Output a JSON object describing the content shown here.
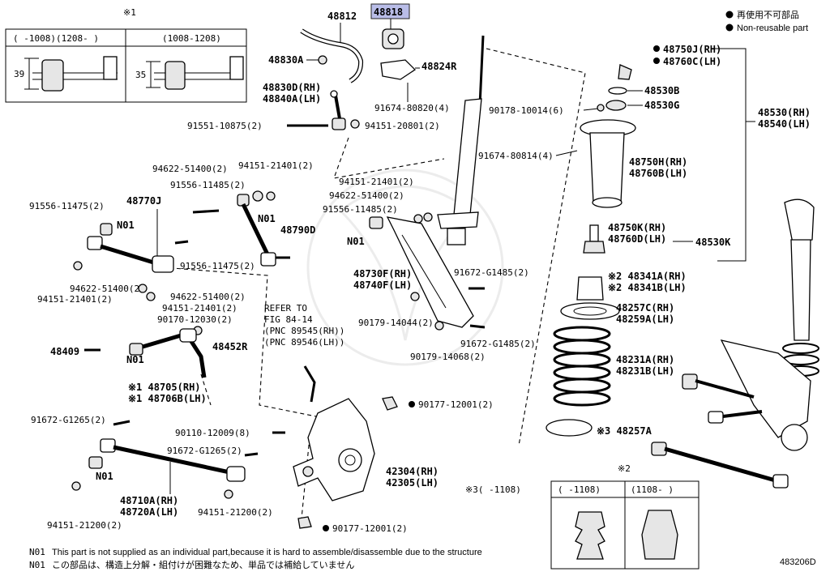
{
  "diagram_id": "483206D",
  "legend": {
    "jp": "再使用不可部品",
    "en": "Non-reusable part"
  },
  "notes": {
    "n01_en": "This part is not supplied as an individual part,because it is hard to assemble/disassemble due to the structure",
    "n01_jp": "この部品は、構造上分解・組付けが困難なため、単品では補給していません",
    "n01_tag": "N01"
  },
  "inset1": {
    "mark": "※1",
    "left_header": "(    -1008)(1208-    )",
    "right_header": "(1008-1208)",
    "left_dim": "39",
    "right_dim": "35"
  },
  "inset2": {
    "mark": "※2",
    "left_header": "(    -1108)",
    "right_header": "(1108-    )"
  },
  "note3": "※3(    -1108)",
  "refer": [
    "REFER TO",
    "FIG 84-14",
    "(PNC 89545(RH))",
    "(PNC 89546(LH))"
  ],
  "labels": {
    "p48812": "48812",
    "p48818": "48818",
    "p48830A": "48830A",
    "p48824R": "48824R",
    "p48830D": "48830D(RH)",
    "p48840A": "48840A(LH)",
    "p91674_80820": "91674-80820(4)",
    "p91551": "91551-10875(2)",
    "p94151_20801": "94151-20801(2)",
    "p48750J": "48750J(RH)",
    "p48760C": "48760C(LH)",
    "p48530B": "48530B",
    "p48530G": "48530G",
    "p90178": "90178-10014(6)",
    "p48530RH": "48530(RH)",
    "p48540LH": "48540(LH)",
    "p91674_80814": "91674-80814(4)",
    "p48750H": "48750H(RH)",
    "p48760B": "48760B(LH)",
    "p48750K": "48750K(RH)",
    "p48760D": "48760D(LH)",
    "p48530K": "48530K",
    "p94622a": "94622-51400(2)",
    "p94151a": "94151-21401(2)",
    "p91556a": "91556-11485(2)",
    "p91556b": "91556-11475(2)",
    "p48770J": "48770J",
    "n01a": "N01",
    "n01b": "N01",
    "p48790D": "48790D",
    "p94151b": "94151-21401(2)",
    "p94622b": "94622-51400(2)",
    "p91556c": "91556-11485(2)",
    "n01c": "N01",
    "p91556d": "91556-11475(2)",
    "p48730F": "48730F(RH)",
    "p48740F": "48740F(LH)",
    "p91672a": "91672-G1485(2)",
    "p48341A": "※2 48341A(RH)",
    "p48341B": "※2 48341B(LH)",
    "p94622c": "94622-51400(2)",
    "p94151c": "94151-21401(2)",
    "p94622d": "94622-51400(2)",
    "p94151d": "94151-21401(2)",
    "p48257C": "48257C(RH)",
    "p48259A": "48259A(LH)",
    "p90170": "90170-12030(2)",
    "p90179a": "90179-14044(2)",
    "p91672b": "91672-G1485(2)",
    "p48409": "48409",
    "n01d": "N01",
    "p48452R": "48452R",
    "p90179b": "90179-14068(2)",
    "p48231A": "48231A(RH)",
    "p48231B": "48231B(LH)",
    "p48705": "※1 48705(RH)",
    "p48706B": "※1 48706B(LH)",
    "p90177a": "90177-12001(2)",
    "p91672c": "91672-G1265(2)",
    "p90110": "90110-12009(8)",
    "p48257A": "※3 48257A",
    "p91672d": "91672-G1265(2)",
    "n01e": "N01",
    "p42304": "42304(RH)",
    "p42305": "42305(LH)",
    "p48710A": "48710A(RH)",
    "p48720A": "48720A(LH)",
    "p94151e": "94151-21200(2)",
    "p94151f": "94151-21200(2)",
    "p90177b": "90177-12001(2)"
  }
}
